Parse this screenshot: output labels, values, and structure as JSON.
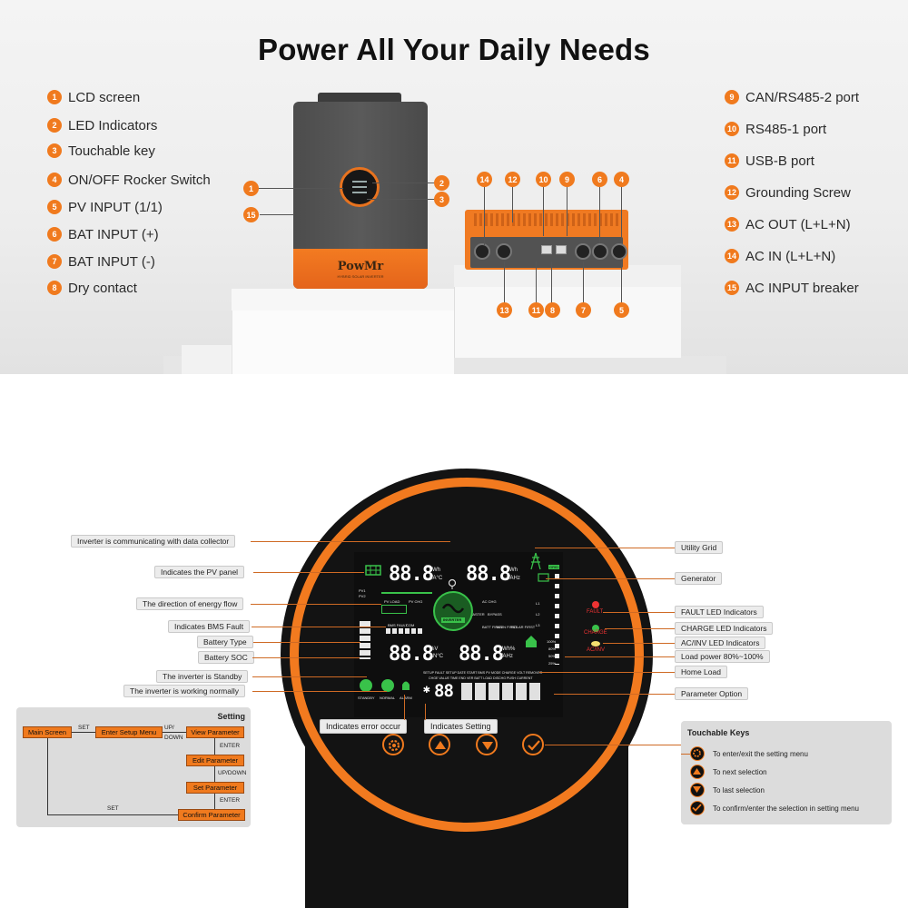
{
  "headline": "Power All Your Daily Needs",
  "features_left": [
    {
      "num": "1",
      "text": "LCD screen"
    },
    {
      "num": "2",
      "text": "LED Indicators"
    },
    {
      "num": "3",
      "text": "Touchable key"
    },
    {
      "num": "4",
      "text": "ON/OFF Rocker Switch"
    },
    {
      "num": "5",
      "text": "PV INPUT (1/1)"
    },
    {
      "num": "6",
      "text": "BAT INPUT (+)"
    },
    {
      "num": "7",
      "text": "BAT INPUT (-)"
    },
    {
      "num": "8",
      "text": "Dry contact"
    }
  ],
  "features_right": [
    {
      "num": "9",
      "text": "CAN/RS485-2 port"
    },
    {
      "num": "10",
      "text": "RS485-1 port"
    },
    {
      "num": "11",
      "text": "USB-B port"
    },
    {
      "num": "12",
      "text": "Grounding Screw"
    },
    {
      "num": "13",
      "text": "AC OUT (L+L+N)"
    },
    {
      "num": "14",
      "text": "AC IN (L+L+N)"
    },
    {
      "num": "15",
      "text": "AC INPUT breaker"
    }
  ],
  "product": {
    "brand": "PowMr",
    "subtitle": "HYBRID SOLAR INVERTER",
    "front_callouts": [
      "1",
      "2",
      "3",
      "15"
    ],
    "bottom_callouts_top": [
      "14",
      "12",
      "10",
      "9",
      "6",
      "4"
    ],
    "bottom_callouts_bottom": [
      "13",
      "11",
      "8",
      "7",
      "5"
    ]
  },
  "display_labels_left": [
    "Inverter is communicating with data collector",
    "Indicates the PV panel",
    "The direction of energy flow",
    "Indicates BMS Fault",
    "Battery Type",
    "Battery SOC",
    "The inverter is Standby",
    "The inverter is working normally"
  ],
  "display_labels_right": [
    "Utility Grid",
    "Generator",
    "FAULT LED Indicators",
    "CHARGE LED Indicators",
    "AC/INV  LED Indicators",
    "Load power 80%~100%",
    "Home Load",
    "Parameter Option"
  ],
  "display_labels_center": {
    "error": "Indicates error occur",
    "setting": "Indicates Setting"
  },
  "leds": {
    "fault": "FAULT",
    "charge": "CHARGE",
    "acinv": "AC/INV"
  },
  "lcd": {
    "seg_big": "88.8",
    "unit_kwh": "kWh",
    "unit_vac": "VA°C",
    "unit_vahz": "VAHz",
    "unit_pctv": "%V",
    "unit_ac": "AN°C",
    "unit_kwh_pct": "kWh%",
    "seg_right_big": "88.8",
    "pv_load": "PV LOAD",
    "pv_chg": "PV CHG",
    "ac_chg": "AC CHG",
    "eco": "ECO",
    "master": "MASTER",
    "bypass": "BYPASS",
    "batt_first": "BATT FIRST",
    "main_first": "MAIN FIRST",
    "solar_first": "SOLAR FIRST",
    "inverter": "INVERTER",
    "standby": "STANDBY",
    "normal": "NORMAL",
    "alarm": "ALARM",
    "bms_fault": "BMS FAULT",
    "com": "COM",
    "pct_100": "100%",
    "pct_80": "80%",
    "pct_50": "50%",
    "pct_25": "25%",
    "param_row1": "SETUP FAULT SETUP DATE START BMS PV MODE CHARGE VOLT REMOVER",
    "param_row2": "CHGE VALUE TIME END VER BATT LOAD DISCHG PUSH CURRENT",
    "param_seg": "88",
    "param_star": "✱"
  },
  "setting_panel": {
    "title": "Setting",
    "main_screen": "Main Screen",
    "enter_setup": "Enter Setup Menu",
    "view_param": "View Parameter",
    "edit_param": "Edit Parameter",
    "set_param": "Set Parameter",
    "confirm_param": "Confirm Parameter",
    "set1": "SET",
    "updown1": "UP/",
    "down": "DOWN",
    "enter1": "ENTER",
    "updown2": "UP/DOWN",
    "enter2": "ENTER",
    "set2": "SET"
  },
  "keys_panel": {
    "title": "Touchable Keys",
    "items": [
      "To enter/exit the setting menu",
      "To next selection",
      "To last selection",
      "To confirm/enter the selection in setting menu"
    ]
  },
  "colors": {
    "accent": "#f07a1e",
    "lcd_green": "#39c24a",
    "dark": "#131313"
  }
}
